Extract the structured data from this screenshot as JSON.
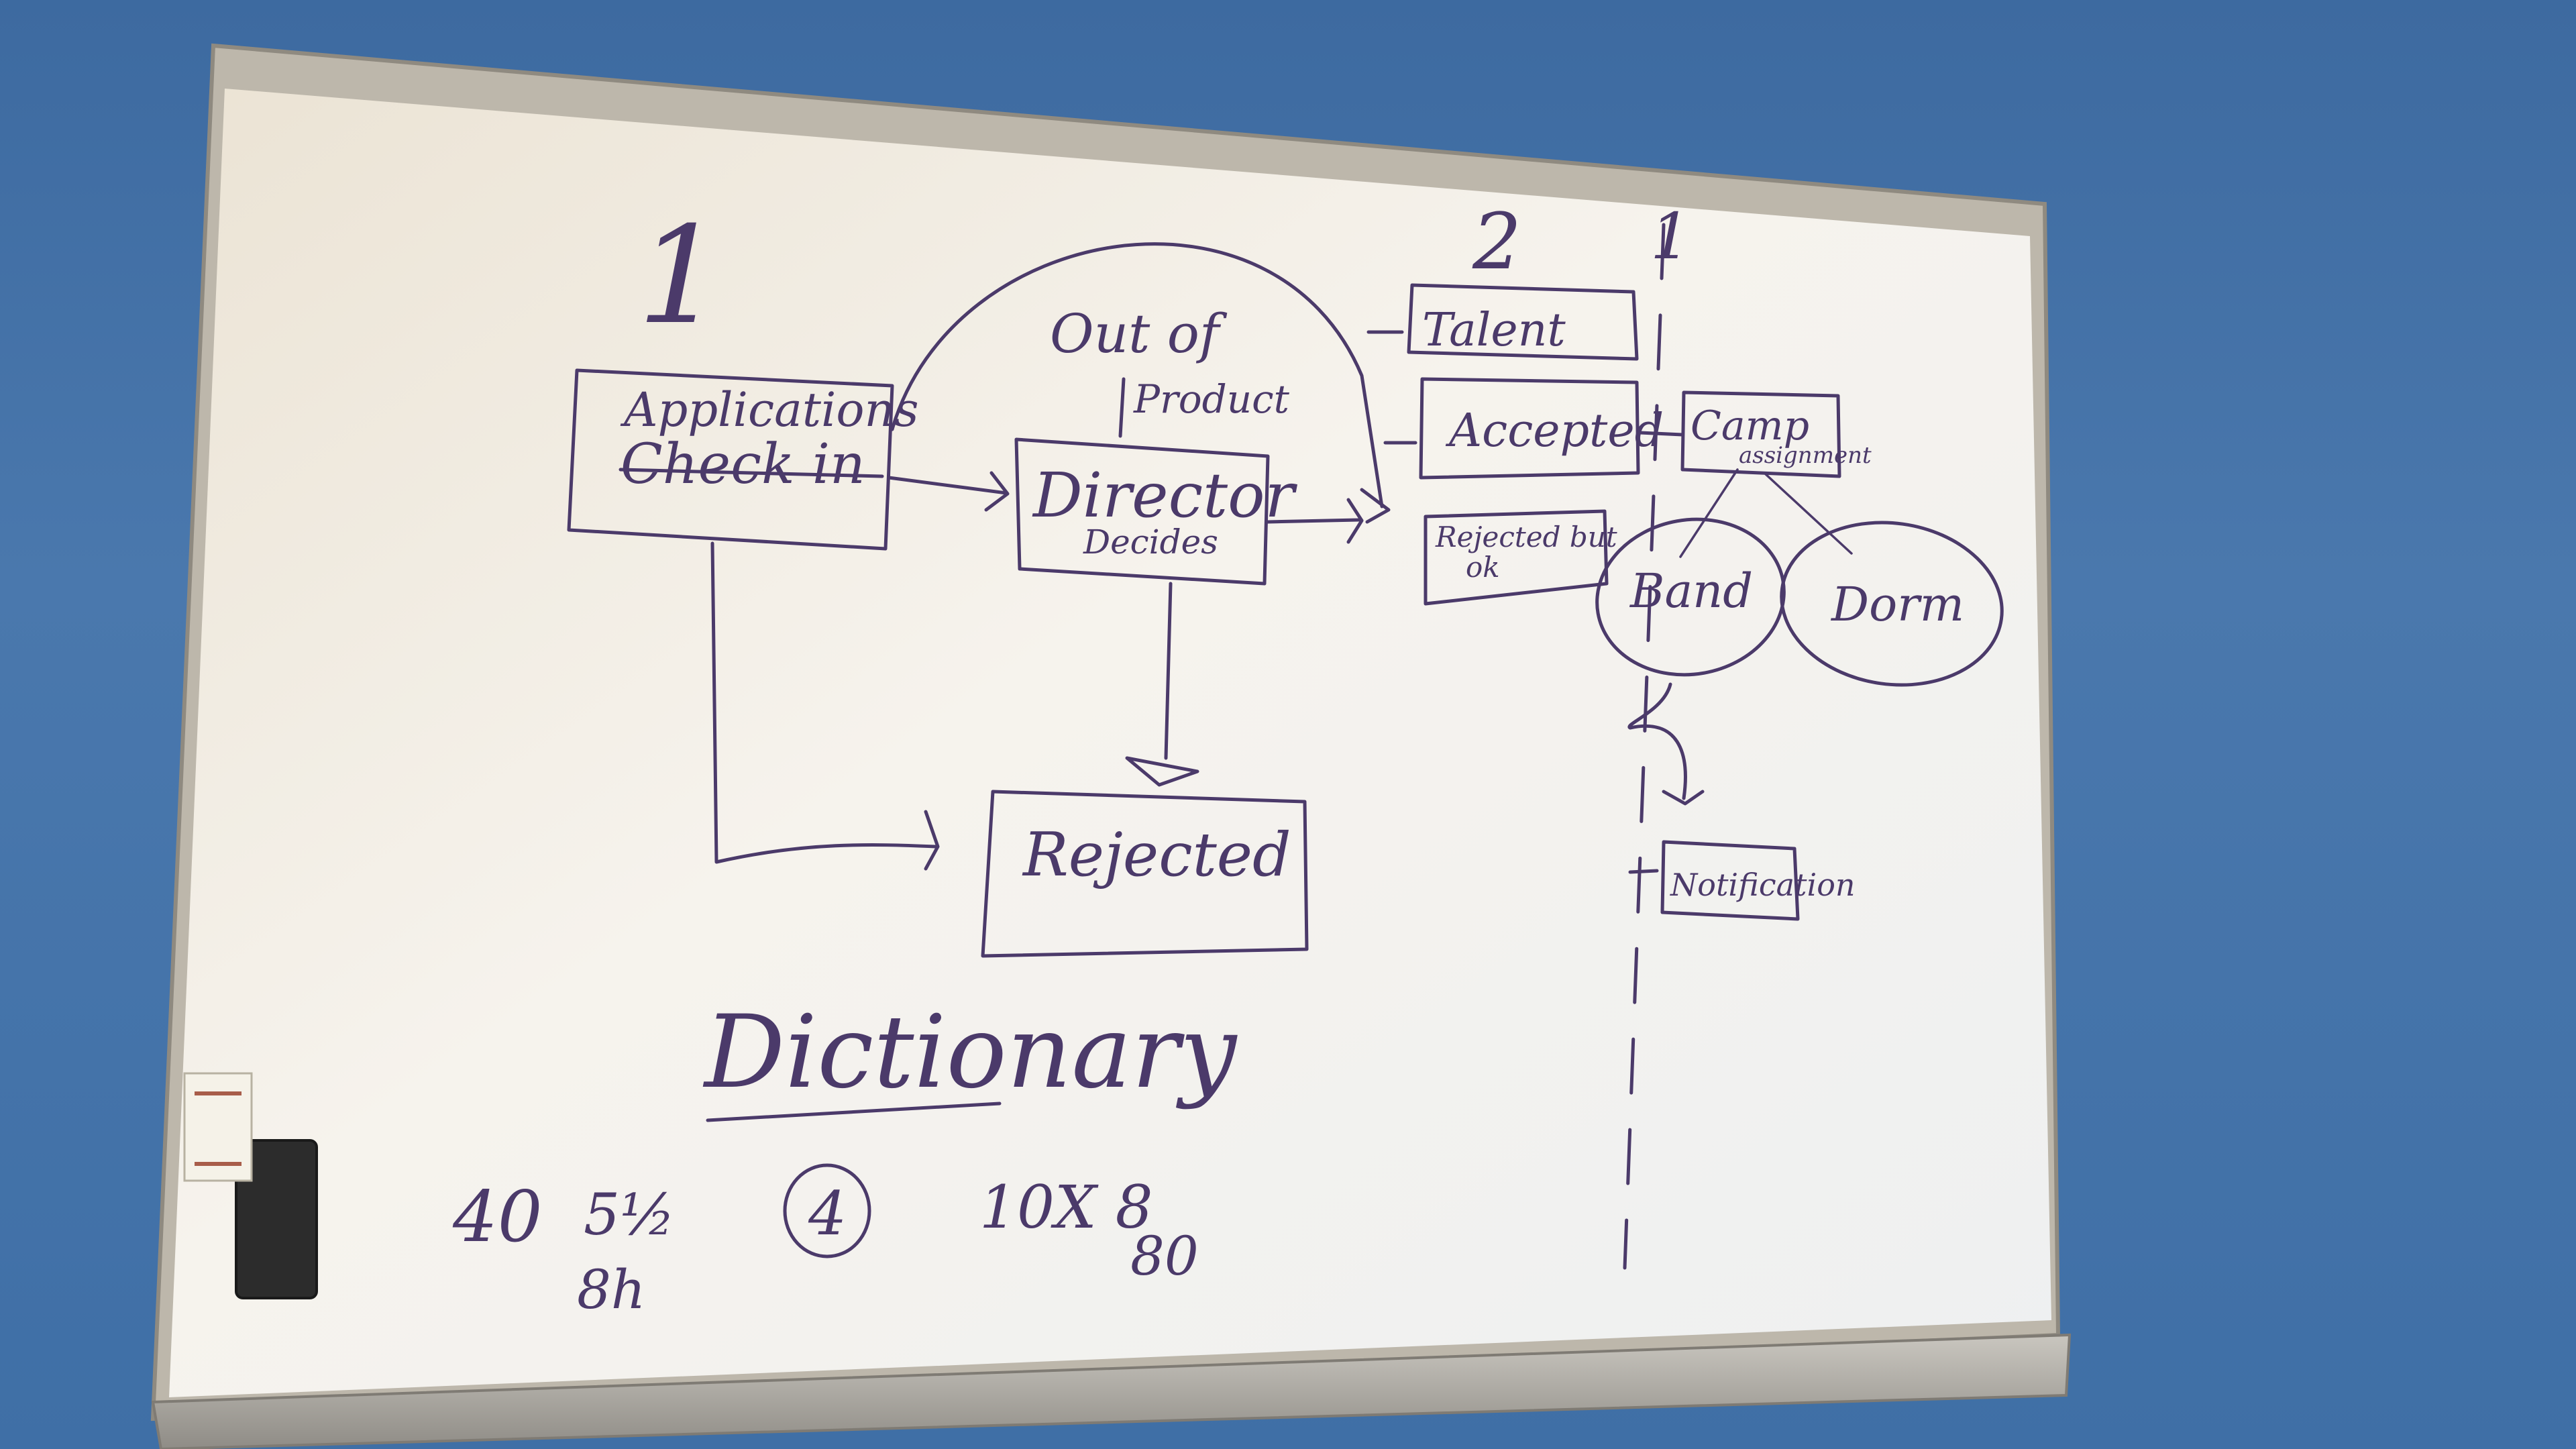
{
  "board": {
    "heading_left": "1",
    "heading_right": "2",
    "marker_right": "1",
    "notes": {
      "out_of": "Out of",
      "product": "Product"
    },
    "boxes": {
      "applications": "Applications",
      "check_in": "Check in",
      "director": "Director",
      "decides": "Decides",
      "rejected": "Rejected",
      "talent": "Talent",
      "accepted": "Accepted",
      "rejected_but_ok_1": "Rejected but",
      "rejected_but_ok_2": "ok",
      "camp": "Camp",
      "assignment": "assignment",
      "band": "Band",
      "dorm": "Dorm",
      "notification": "Notification"
    },
    "bottom": {
      "dictionary": "Dictionary",
      "num_40": "40",
      "num_5_half": "5½",
      "num_8h": "8h",
      "num_4": "4",
      "num_10x8": "10X 8",
      "num_80": "80"
    }
  },
  "palette": {
    "wall": "#4a78ad",
    "board": "#f3efe6",
    "frame": "#b9b4aa",
    "ink": "#4b3a6a"
  }
}
